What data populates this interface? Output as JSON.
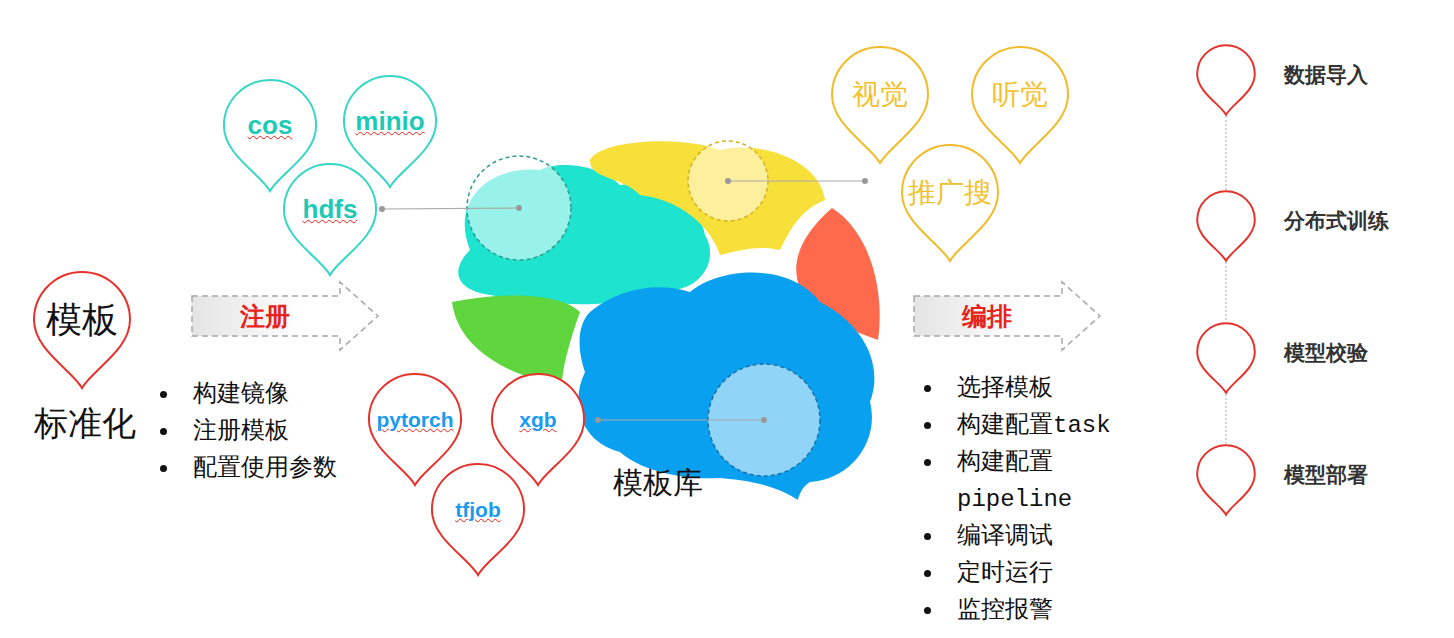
{
  "diagram": {
    "nodes": [
      {
        "text": [
          "cos"
        ]
      },
      {
        "text": [
          "minio"
        ]
      },
      {
        "text": [
          "hdfs"
        ]
      },
      {
        "text": [
          "视觉"
        ]
      },
      {
        "text": [
          "听觉"
        ]
      },
      {
        "text": [
          "推广搜"
        ]
      },
      {
        "text": [
          "模板"
        ]
      },
      {
        "text": [
          "注册"
        ]
      },
      {
        "text": [
          "编排"
        ]
      },
      {
        "text": [
          "pytorch"
        ]
      },
      {
        "text": [
          "xgb"
        ]
      },
      {
        "text": [
          "tfjob"
        ]
      },
      {
        "text": [
          "数据导入"
        ]
      },
      {
        "text": [
          "分布式训练"
        ]
      },
      {
        "text": [
          "模型校验"
        ]
      },
      {
        "text": [
          "模型部署"
        ]
      }
    ],
    "edges": [
      {
        "from": 12,
        "to": 13,
        "arrow": "none"
      },
      {
        "from": 13,
        "to": 14,
        "arrow": "none"
      },
      {
        "from": 14,
        "to": 15,
        "arrow": "none"
      }
    ],
    "labels": [
      "标准化",
      "构建镜像",
      "注册模板",
      "配置使用参数",
      "模板库",
      "选择模板",
      "构建配置task",
      "构建配置 pipeline",
      "编译调试",
      "定时运行",
      "监控报警"
    ]
  }
}
